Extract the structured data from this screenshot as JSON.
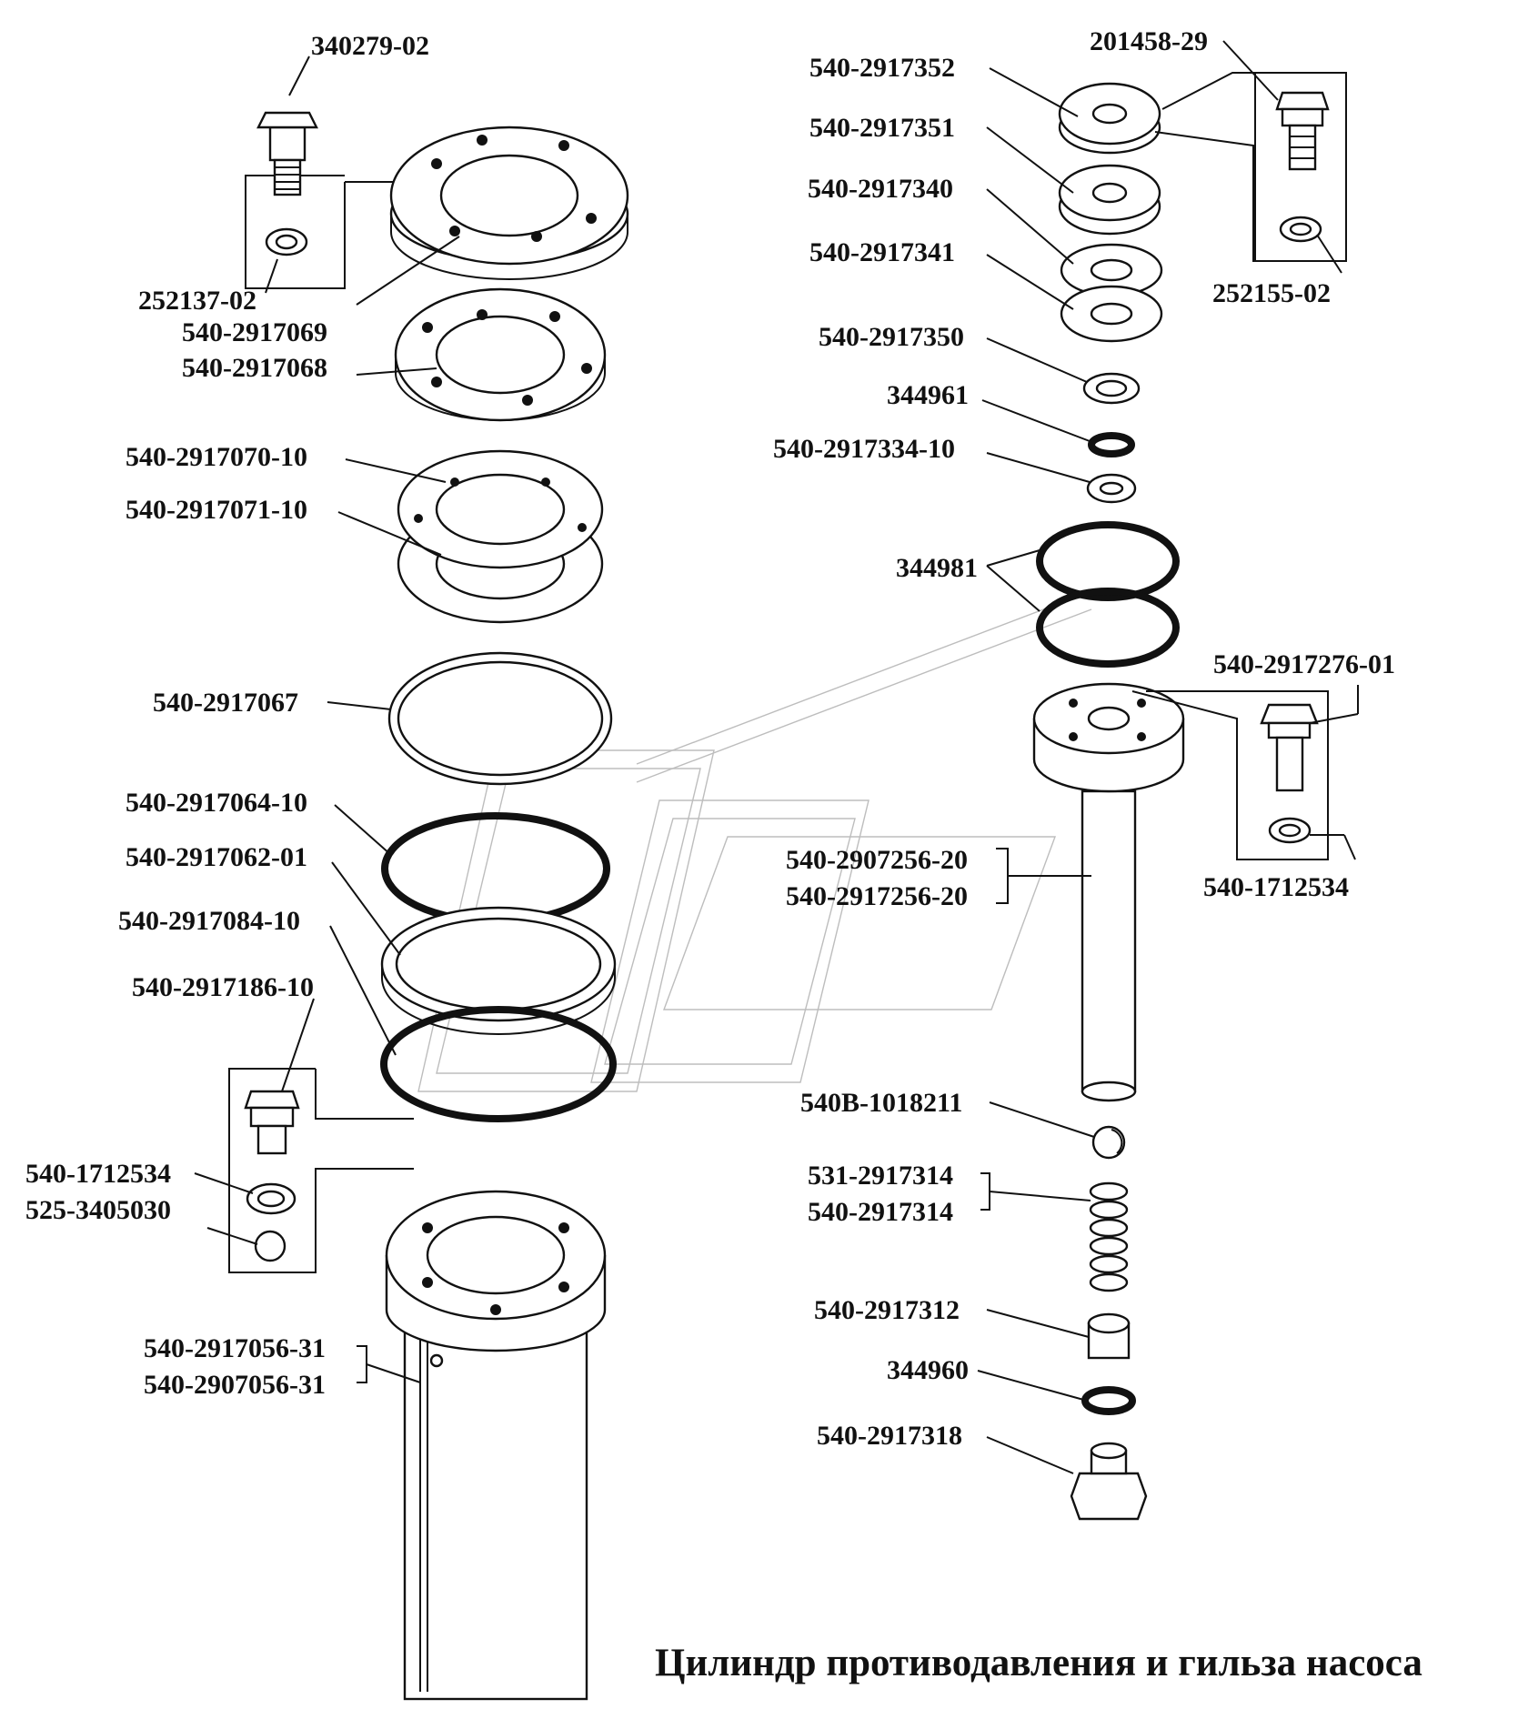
{
  "title": "Цилиндр противодавления и гильза насоса",
  "colors": {
    "ink": "#111111",
    "paper": "#ffffff",
    "watermark": "#bdbdbd"
  },
  "left": {
    "p340279_02": "340279-02",
    "p252137_02": "252137-02",
    "p540_2917069": "540-2917069",
    "p540_2917068": "540-2917068",
    "p540_2917070_10": "540-2917070-10",
    "p540_2917071_10": "540-2917071-10",
    "p540_2917067": "540-2917067",
    "p540_2917064_10": "540-2917064-10",
    "p540_2917062_01": "540-2917062-01",
    "p540_2917084_10": "540-2917084-10",
    "p540_2917186_10": "540-2917186-10",
    "p540_1712534": "540-1712534",
    "p525_3405030": "525-3405030",
    "p540_2917056_31": "540-2917056-31",
    "p540_2907056_31": "540-2907056-31"
  },
  "right": {
    "p201458_29": "201458-29",
    "p540_2917352": "540-2917352",
    "p540_2917351": "540-2917351",
    "p540_2917340": "540-2917340",
    "p540_2917341": "540-2917341",
    "p252155_02": "252155-02",
    "p540_2917350": "540-2917350",
    "p344961": "344961",
    "p540_2917334_10": "540-2917334-10",
    "p344981": "344981",
    "p540_2917276_01": "540-2917276-01",
    "p540_2907256_20": "540-2907256-20",
    "p540_2917256_20": "540-2917256-20",
    "p540_1712534": "540-1712534",
    "p540B_1018211": "540В-1018211",
    "p531_2917314": "531-2917314",
    "p540_2917314": "540-2917314",
    "p540_2917312": "540-2917312",
    "p344960": "344960",
    "p540_2917318": "540-2917318"
  }
}
